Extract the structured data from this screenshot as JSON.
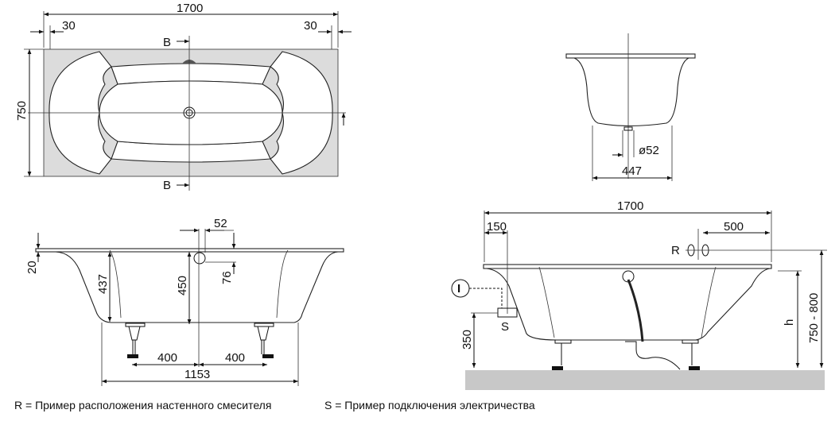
{
  "top_view": {
    "length": "1700",
    "width": "750",
    "offset_left": "30",
    "offset_right": "30",
    "section_top": "B",
    "section_bottom": "B"
  },
  "end_view": {
    "drain_diameter": "ø52",
    "bottom_width": "447"
  },
  "side_view": {
    "rim_thickness": "20",
    "inner_depth": "437",
    "depth_to_drain": "450",
    "overflow_offset": "52",
    "overflow_height": "76",
    "leg_left": "400",
    "leg_right": "400",
    "bottom_length": "1153"
  },
  "install_view": {
    "length": "1700",
    "electric_offset": "150",
    "mixer_offset": "500",
    "mixer_label": "R",
    "electric_label": "S",
    "electric_symbol": "I",
    "electric_height": "350",
    "height_label": "h",
    "total_height": "750 - 800"
  },
  "legend": {
    "r_note": "R = Пример расположения настенного смесителя",
    "s_note": "S = Пример подключения электричества"
  },
  "colors": {
    "fill": "#dcdcdc",
    "floor": "#c8c8c8",
    "line": "#111111"
  }
}
